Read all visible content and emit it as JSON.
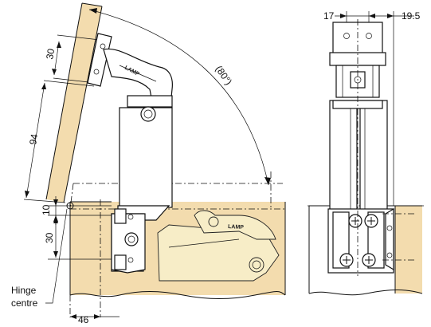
{
  "dimensions": {
    "d30_top": "30",
    "d94": "94",
    "d10": "10",
    "d30_bottom": "30",
    "d46": "46",
    "angle": "(80°)",
    "d17": "17",
    "d19_5": "19.5"
  },
  "labels": {
    "hinge_centre_line1": "Hinge",
    "hinge_centre_line2": "centre",
    "brand_open": "LAMP",
    "brand_closed": "LAMP"
  },
  "colors": {
    "wood": "#f3dcae",
    "ghost": "#f7edc7"
  }
}
